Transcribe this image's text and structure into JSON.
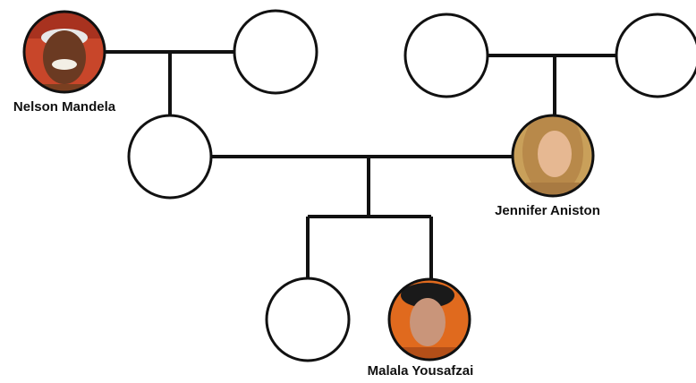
{
  "people": {
    "nelson_mandela": {
      "label": "Nelson Mandela"
    },
    "jennifer_aniston": {
      "label": "Jennifer Aniston"
    },
    "malala_yousafzai": {
      "label": "Malala Yousafzai"
    }
  },
  "colors": {
    "line": "#111111",
    "circle_fill": "#ffffff",
    "portrait_bg_warm": "#c8462a",
    "portrait_bg_gold": "#c9a05a",
    "portrait_bg_orange": "#e06a1e"
  }
}
